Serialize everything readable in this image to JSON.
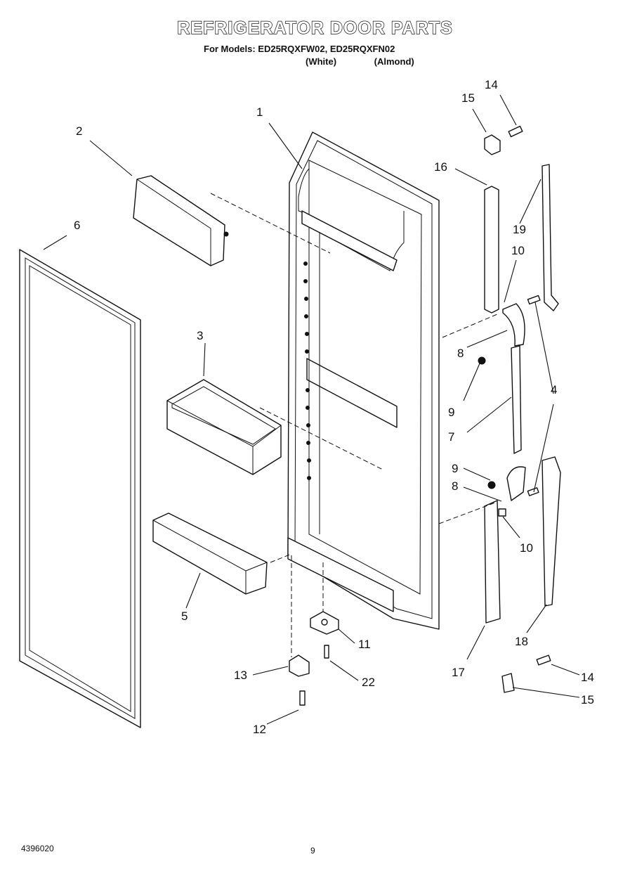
{
  "header": {
    "title": "REFRIGERATOR DOOR PARTS",
    "models_line": "For Models: ED25RQXFW02, ED25RQXFN02",
    "variant_white": "(White)",
    "variant_almond": "(Almond)"
  },
  "callouts": {
    "c1": "1",
    "c2": "2",
    "c3": "3",
    "c4": "4",
    "c5": "5",
    "c6": "6",
    "c7": "7",
    "c8a": "8",
    "c8b": "8",
    "c9a": "9",
    "c9b": "9",
    "c10a": "10",
    "c10b": "10",
    "c11": "11",
    "c12": "12",
    "c13": "13",
    "c14a": "14",
    "c14b": "14",
    "c15a": "15",
    "c15b": "15",
    "c16": "16",
    "c17": "17",
    "c18": "18",
    "c19": "19",
    "c22": "22"
  },
  "footer": {
    "doc_number": "4396020",
    "page_number": "9"
  }
}
